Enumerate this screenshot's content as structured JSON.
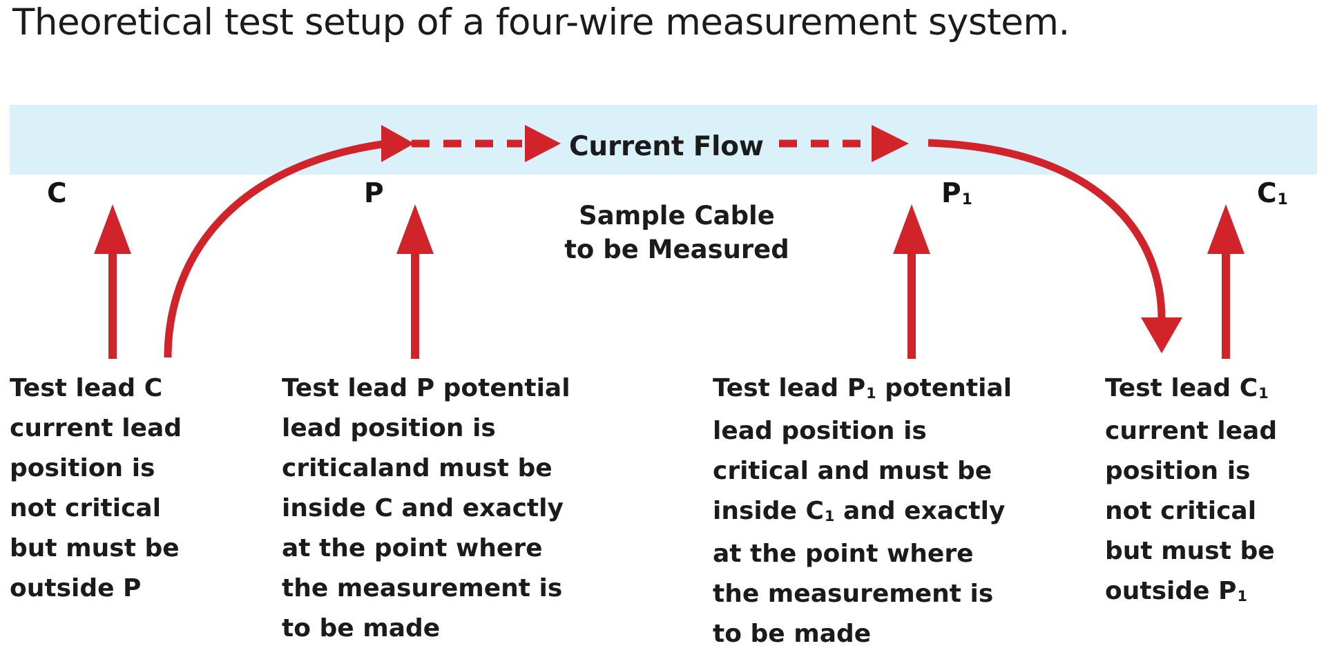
{
  "title": "Theoretical test setup of a four-wire measurement system.",
  "colors": {
    "arrow_red": "#D1232A",
    "band_blue": "#daf1f9",
    "text_black": "#1b1b1b"
  },
  "flow_band": {
    "label": "Current Flow",
    "left_arrow_icon": "arrow-right-icon",
    "right_arrow_icon": "arrow-right-icon",
    "dash_style": "dashed"
  },
  "sample_cable": {
    "line1": "Sample Cable",
    "line2": "to be Measured"
  },
  "probes": [
    {
      "id": "C",
      "label": "C",
      "subscript": "",
      "label_side": "left"
    },
    {
      "id": "P",
      "label": "P",
      "subscript": "",
      "label_side": "left"
    },
    {
      "id": "P1",
      "label": "P",
      "subscript": "1",
      "label_side": "right"
    },
    {
      "id": "C1",
      "label": "C",
      "subscript": "1",
      "label_side": "right"
    }
  ],
  "descriptions": [
    {
      "id": "lead-c",
      "lines": [
        {
          "text": "Test lead C",
          "sub": ""
        },
        {
          "text": "current lead",
          "sub": ""
        },
        {
          "text": "position is",
          "sub": ""
        },
        {
          "text": "not critical",
          "sub": ""
        },
        {
          "text": "but must be",
          "sub": ""
        },
        {
          "text": "outside P",
          "sub": ""
        }
      ]
    },
    {
      "id": "lead-p",
      "lines": [
        {
          "text": "Test lead P potential",
          "sub": ""
        },
        {
          "text": "lead position is",
          "sub": ""
        },
        {
          "text": "criticaland must be",
          "sub": ""
        },
        {
          "text": "inside C and exactly",
          "sub": ""
        },
        {
          "text": "at the point where",
          "sub": ""
        },
        {
          "text": "the measurement is",
          "sub": ""
        },
        {
          "text": "to be made",
          "sub": ""
        }
      ]
    },
    {
      "id": "lead-p1",
      "lines": [
        {
          "text": "Test lead P",
          "sub": "1",
          "tail": " potential"
        },
        {
          "text": "lead position is",
          "sub": ""
        },
        {
          "text": "critical and must be",
          "sub": ""
        },
        {
          "text": "inside C",
          "sub": "1",
          "tail": " and exactly"
        },
        {
          "text": "at the point where",
          "sub": ""
        },
        {
          "text": "the measurement is",
          "sub": ""
        },
        {
          "text": "to be made",
          "sub": ""
        }
      ]
    },
    {
      "id": "lead-c1",
      "lines": [
        {
          "text": "Test lead C",
          "sub": "1",
          "tail": ""
        },
        {
          "text": "current lead",
          "sub": ""
        },
        {
          "text": "position is",
          "sub": ""
        },
        {
          "text": "not critical",
          "sub": ""
        },
        {
          "text": "but must be",
          "sub": ""
        },
        {
          "text": "outside P",
          "sub": "1",
          "tail": ""
        }
      ]
    }
  ]
}
